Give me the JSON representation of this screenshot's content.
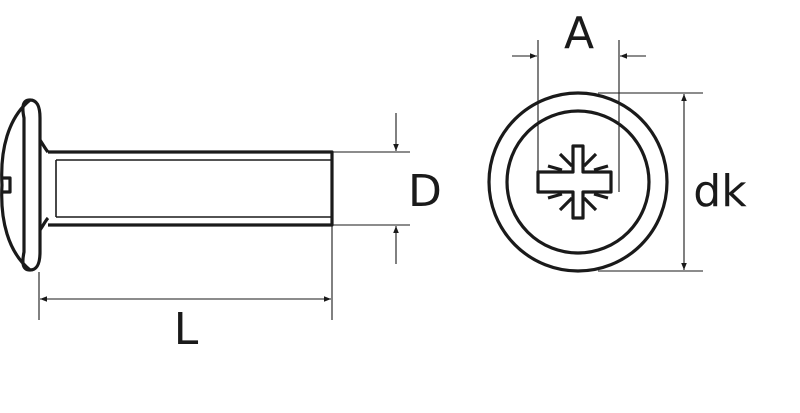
{
  "labels": {
    "length": "L",
    "diameter": "D",
    "drive_width": "A",
    "head_diameter": "dk"
  },
  "colors": {
    "stroke": "#1a1a1a",
    "background": "#ffffff"
  }
}
